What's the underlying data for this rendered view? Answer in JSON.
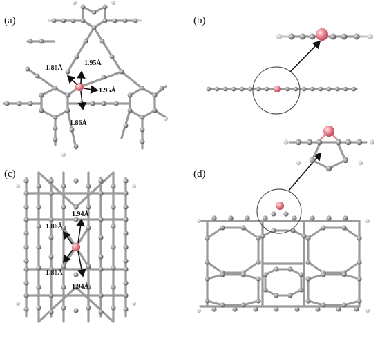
{
  "panels": {
    "a": {
      "label": "(a)",
      "distances": [
        "1.86Å",
        "1.95Å",
        "1.95Å",
        "1.86Å"
      ]
    },
    "b": {
      "label": "(b)"
    },
    "c": {
      "label": "(c)",
      "distances": [
        "1.94Å",
        "1.86Å",
        "1.86Å",
        "1.94Å"
      ]
    },
    "d": {
      "label": "(d)"
    }
  },
  "colors": {
    "carbon": "#8c8c8c",
    "carbon_light": "#c8c8c8",
    "dopant": "#e0707a",
    "bond": "#9a9a9a"
  }
}
